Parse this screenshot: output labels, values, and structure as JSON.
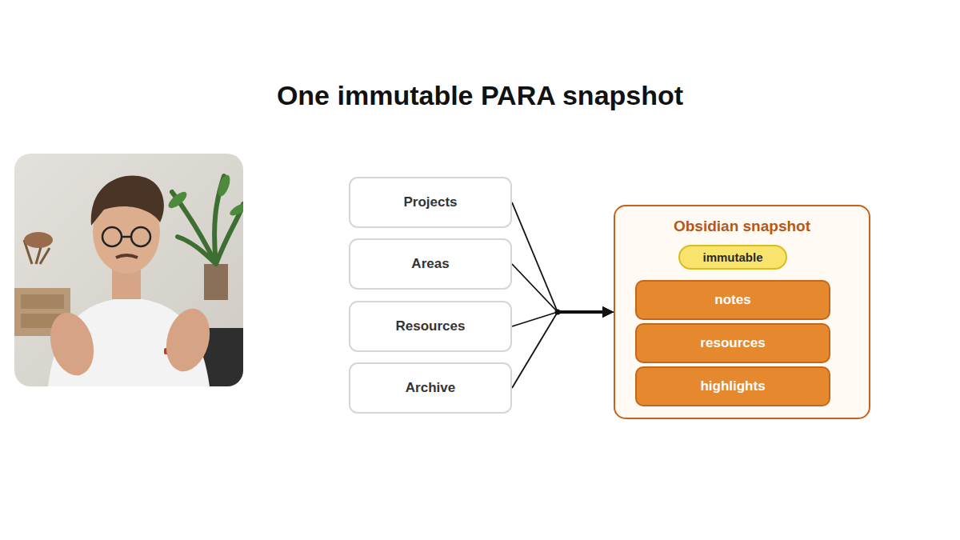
{
  "diagram": {
    "title": "One immutable PARA snapshot",
    "nodes": [
      {
        "text": [
          "Projects"
        ]
      },
      {
        "text": [
          "Areas"
        ]
      },
      {
        "text": [
          "Resources"
        ]
      },
      {
        "text": [
          "Archive"
        ]
      },
      {
        "text": [
          "Obsidian snapshot"
        ]
      },
      {
        "text": [
          "immutable"
        ],
        "in": 4
      },
      {
        "text": [
          "notes"
        ],
        "in": 4
      },
      {
        "text": [
          "resources"
        ],
        "in": 4
      },
      {
        "text": [
          "highlights"
        ],
        "in": 4
      }
    ],
    "edges": [
      {
        "from": 0,
        "to": 4,
        "arrow": "to"
      },
      {
        "from": 1,
        "to": 4,
        "arrow": "to"
      },
      {
        "from": 2,
        "to": 4,
        "arrow": "to"
      },
      {
        "from": 3,
        "to": 4,
        "arrow": "to"
      }
    ]
  }
}
